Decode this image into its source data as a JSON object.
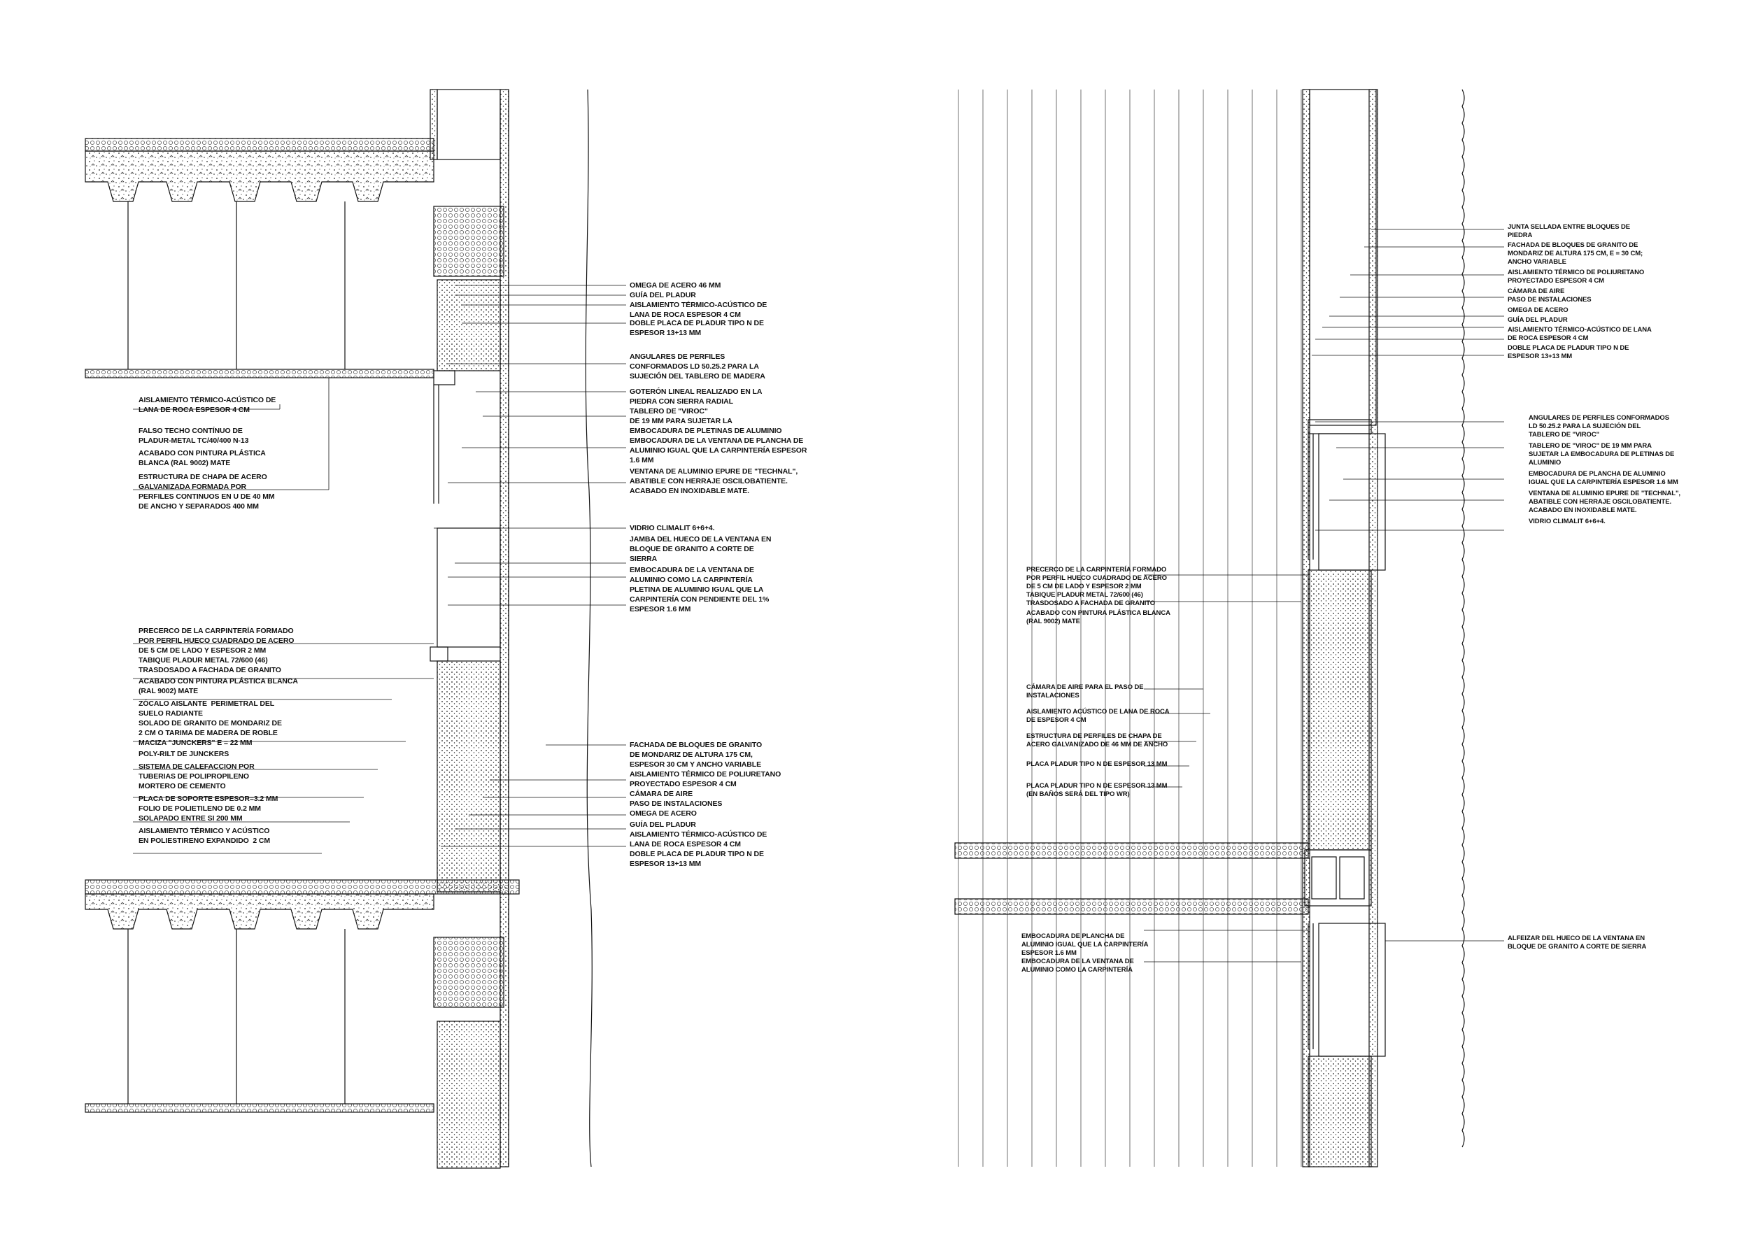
{
  "left_detail": {
    "right_labels": [
      "OMEGA DE ACERO 46 mm",
      "GUÍA DEL PLADUR",
      "AISLAMIENTO TÉRMICO-ACÚSTICO DE",
      "LANA DE ROCA ESPESOR 4 cm",
      "DOBLE PLACA DE PLADUR TIPO N DE",
      "ESPESOR 13+13 mm",
      "ANGULARES DE PERFILES",
      "CONFORMADOS LD 50.25.2 PARA LA",
      "SUJECIÓN DEL TABLERO DE MADERA",
      "GOTERÓN LINEAL REALIZADO EN LA",
      "PIEDRA CON SIERRA RADIAL",
      "TABLERO DE \"VIROC\"",
      "DE 19 mm PARA SUJETAR LA",
      "EMBOCADURA DE PLETINAS DE ALUMINIO",
      "EMBOCADURA DE LA VENTANA DE PLANCHA DE",
      "ALUMINIO IGUAL QUE LA CARPINTERÍA ESPESOR",
      "1.6 mm",
      "VENTANA DE ALUMINIO EPURE DE \"TECHNAL\",",
      "ABATIBLE CON HERRAJE OSCILOBATIENTE.",
      "ACABADO EN INOXIDABLE MATE.",
      "VIDRIO CLIMALIT 6+6+4.",
      "JAMBA DEL HUECO DE LA VENTANA EN",
      "BLOQUE DE GRANITO A CORTE DE",
      "SIERRA",
      "EMBOCADURA DE LA VENTANA DE",
      "ALUMINIO COMO LA CARPINTERÍA",
      "PLETINA DE ALUMINIO IGUAL QUE LA",
      "CARPINTERÍA CON PENDIENTE DEL 1%",
      "ESPESOR 1.6 mm",
      "FACHADA DE BLOQUES DE GRANITO",
      "DE MONDARIZ DE ALTURA 175 cm,",
      "ESPESOR 30 cm Y ANCHO VARIABLE",
      "AISLAMIENTO TÉRMICO DE POLIURETANO",
      "PROYECTADO ESPESOR 4 cm",
      "CÁMARA DE AIRE",
      "PASO DE INSTALACIONES",
      "OMEGA DE ACERO",
      "GUÍA DEL PLADUR",
      "AISLAMIENTO TÉRMICO-ACÚSTICO DE",
      "LANA DE ROCA ESPESOR 4 cm",
      "DOBLE PLACA DE PLADUR TIPO N DE",
      "ESPESOR 13+13 mm"
    ],
    "left_labels_upper": [
      "AISLAMIENTO TÉRMICO-ACÚSTICO DE",
      "LANA DE ROCA ESPESOR 4 cm",
      "FALSO TECHO CONTÍNUO DE",
      "PLADUR-METAL TC/40/400 N-13",
      "ACABADO CON PINTURA PLÁSTICA",
      "BLANCA (RAL 9002) MATE",
      "ESTRUCTURA DE CHAPA DE ACERO",
      "GALVANIZADA FORMADA POR",
      "PERFILES CONTINUOS EN U DE 40 mm",
      "DE ANCHO y SEPARADOS 400 mm"
    ],
    "left_labels_lower": [
      "PRECERCO DE LA CARPINTERÍA FORMADO",
      "POR PERFIL HUECO CUADRADO DE ACERO",
      "DE 5 cm DE LADO Y ESPESOR 2 mm",
      "TABIQUE PLADUR METAL 72/600 (46)",
      "TRASDOSADO A FACHADA DE GRANITO",
      "ACABADO CON PINTURA PLÁSTICA BLANCA",
      "(RAL 9002) MATE",
      "ZÓCALO AISLANTE  PERIMETRAL DEL",
      "SUELO RADIANTE",
      "SOLADO DE GRANITO DE MONDARIZ DE",
      "2 cm O TARIMA DE MADERA DE ROBLE",
      "MACIZA \"JUNCKERS\" e = 22 mm",
      "POLY-RILT DE JUNCKERS",
      "SISTEMA DE CALEFACCION POR",
      "TUBERIAS DE POLIPROPILENO",
      "MORTERO DE CEMENTO",
      "PLACA DE SOPORTE ESPESOR=3.2 mm",
      "FOLIO DE POLIETILENO DE 0.2 mm",
      "SOLAPADO ENTRE SI 200 mm",
      "AISLAMIENTO TÉRMICO Y ACÚSTICO",
      "EN POLIESTIRENO EXPANDIDO  2 cm"
    ]
  },
  "right_detail": {
    "right_labels_upper": [
      "JUNTA SELLADA ENTRE BLOQUES DE",
      "PIEDRA",
      "FACHADA DE BLOQUES DE GRANITO DE",
      "MONDARIZ DE ALTURA 175 cm, e = 30 cm;",
      "ANCHO VARIABLE",
      "AISLAMIENTO TÉRMICO DE POLIURETANO",
      "PROYECTADO ESPESOR 4 cm",
      "CÁMARA DE AIRE",
      "PASO DE INSTALACIONES",
      "OMEGA DE ACERO",
      "GUÍA DEL PLADUR",
      "AISLAMIENTO TÉRMICO-ACÚSTICO DE LANA",
      "DE ROCA ESPESOR 4 cm",
      "DOBLE PLACA DE PLADUR TIPO N DE",
      "ESPESOR 13+13 mm"
    ],
    "right_labels_middle": [
      "ANGULARES DE PERFILES CONFORMADOS",
      "LD 50.25.2 PARA LA SUJECIÓN DEL",
      "TABLERO DE \"VIROC\"",
      "TABLERO DE \"VIROC\" DE 19 mm PARA",
      "SUJETAR LA EMBOCADURA DE PLETINAS DE",
      "ALUMINIO",
      "EMBOCADURA DE PLANCHA DE ALUMINIO",
      "IGUAL QUE LA CARPINTERÍA ESPESOR 1.6 mm",
      "VENTANA DE ALUMINIO EPURE DE \"TECHNAL\",",
      "ABATIBLE CON HERRAJE OSCILOBATIENTE.",
      "ACABADO EN INOXIDABLE MATE.",
      "VIDRIO CLIMALIT 6+6+4."
    ],
    "right_labels_lower": [
      "ALFEIZAR DEL HUECO DE LA VENTANA EN",
      "BLOQUE DE GRANITO A CORTE DE SIERRA"
    ],
    "left_labels_upper": [
      "PRECERCO DE LA CARPINTERÍA FORMADO",
      "POR PERFIL HUECO CUADRADO DE ACERO",
      "DE 5 cm DE LADO Y ESPESOR 2 mm",
      "TABIQUE PLADUR METAL 72/600 (46)",
      "TRASDOSADO A FACHADA DE GRANITO",
      "ACABADO CON PINTURA PLÁSTICA BLANCA",
      "(RAL 9002) MATE"
    ],
    "left_labels_middle": [
      "CÁMARA DE AIRE PARA EL PASO DE",
      "INSTALACIONES",
      "AISLAMIENTO ACÚSTICO DE LANA DE ROCA",
      "DE ESPESOR 4 cm",
      "ESTRUCTURA DE PERFILES DE CHAPA DE",
      "ACERO GALVANIZADO DE 46 mm DE ANCHO",
      "PLACA PLADUR TIPO N DE ESPESOR 13 mm",
      "PLACA PLADUR TIPO N DE ESPESOR 13 mm",
      "(EN BAÑOS SERÁ DEL TIPO WR)"
    ],
    "left_labels_lower": [
      "EMBOCADURA DE PLANCHA DE",
      "ALUMINIO IGUAL QUE LA CARPINTERÍA",
      "ESPESOR 1.6 mm",
      "EMBOCADURA DE LA VENTANA DE",
      "ALUMINIO COMO LA CARPINTERÍA"
    ]
  },
  "colors": {
    "line": "#111111",
    "fill_light": "#f2f2f2",
    "background": "#ffffff"
  }
}
